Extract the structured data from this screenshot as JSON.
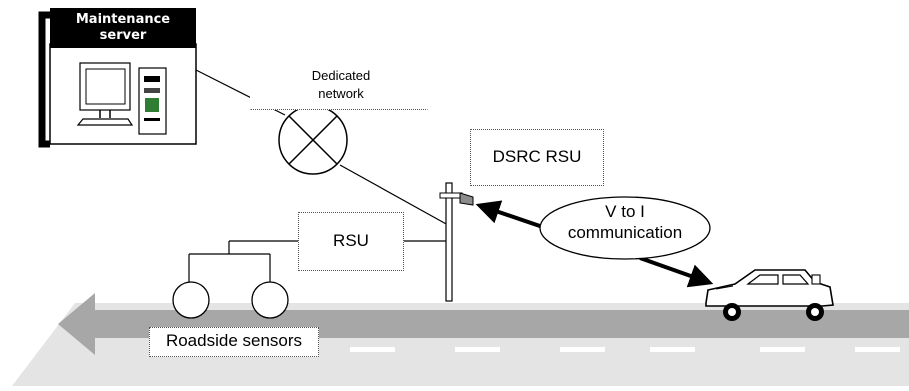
{
  "maintenance_server": {
    "line1": "Maintenance",
    "line2": "server"
  },
  "dedicated_network": {
    "line1": "Dedicated",
    "line2": "network"
  },
  "dsrc_rsu": "DSRC RSU",
  "rsu": "RSU",
  "v2i": {
    "line1": "V to I",
    "line2": "communication"
  },
  "roadside_sensors": "Roadside sensors",
  "colors": {
    "road_light": "#e4e4e4",
    "road_dark": "#a7a7a7",
    "ink": "#000000",
    "lane_mark": "#ffffff"
  }
}
